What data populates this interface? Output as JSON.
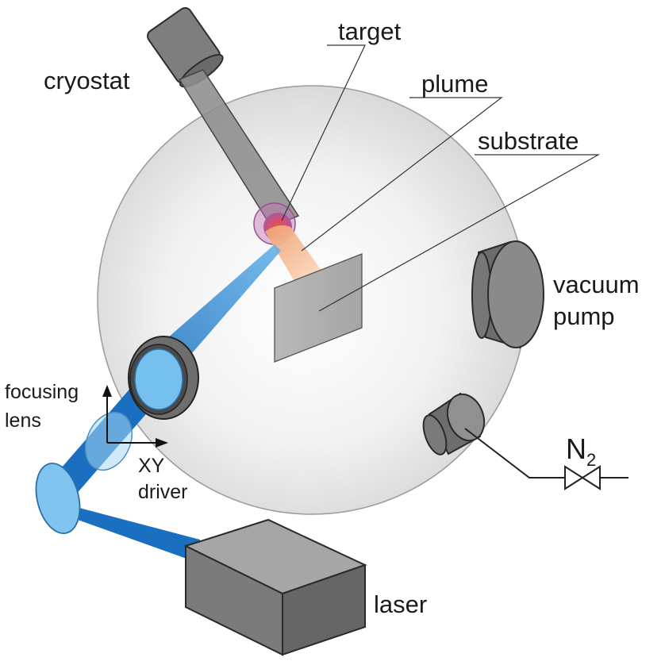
{
  "labels": {
    "cryostat": "cryostat",
    "target": "target",
    "plume": "plume",
    "substrate": "substrate",
    "vacuum_line1": "vacuum",
    "vacuum_line2": "pump",
    "gas_symbol": "N",
    "gas_subscript": "2",
    "focusing_line1": "focusing",
    "focusing_line2": "lens",
    "xy_line1": "XY",
    "xy_line2": "driver",
    "laser": "laser"
  },
  "colors": {
    "chamber": "#e6e6e6",
    "component_gray": "#8c8c8c",
    "component_dark": "#5e5e5e",
    "beam_blue": "#1a6fc1",
    "lens_blue": "#7ec4ee",
    "plume": "#f4b98c",
    "target": "#c9406a"
  }
}
